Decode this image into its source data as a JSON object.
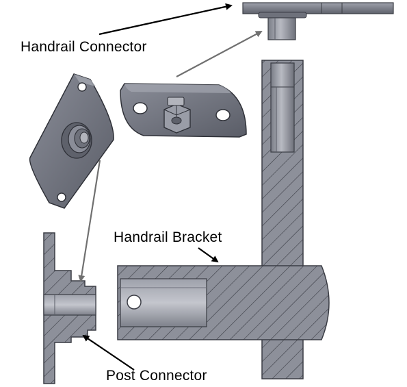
{
  "labels": {
    "handrail_connector": "Handrail Connector",
    "handrail_bracket": "Handrail Bracket",
    "post_connector": "Post Connector"
  },
  "colors": {
    "metal_light": "#8c8f99",
    "metal_mid": "#6e717b",
    "metal_dark": "#3f424a",
    "metal_face": "#5b5e68",
    "hatch_line": "#3a3c44",
    "arrow_black": "#000000",
    "arrow_gray": "#707070"
  }
}
